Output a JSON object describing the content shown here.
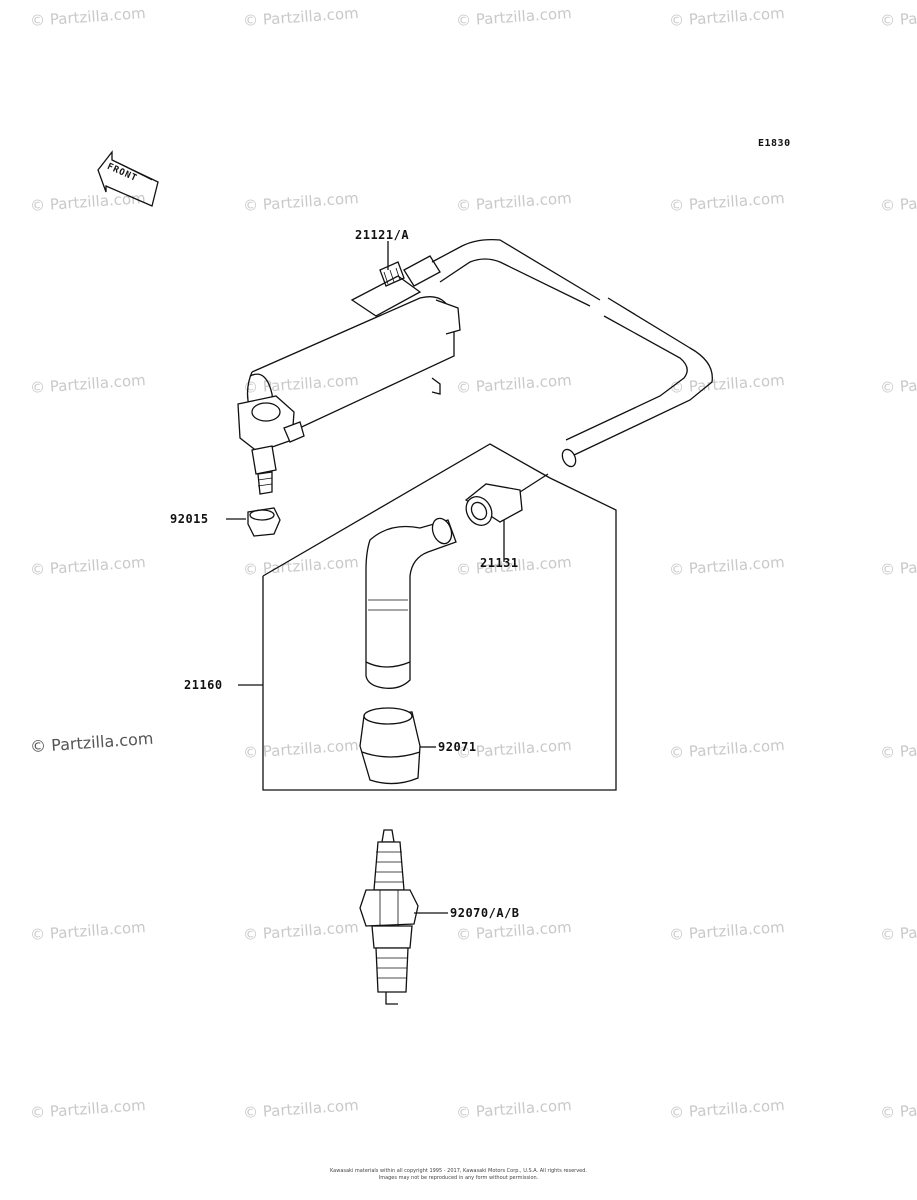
{
  "diagram_code": "E1830",
  "front_label": "FRONT",
  "watermark": "© Partzilla.com",
  "watermark_main": "© Partzilla.com",
  "parts": [
    {
      "id": "coil",
      "number": "21121/A"
    },
    {
      "id": "clamp",
      "number": "92015"
    },
    {
      "id": "cap-seal",
      "number": "21131"
    },
    {
      "id": "plug-cap-assy",
      "number": "21160"
    },
    {
      "id": "cap-cover",
      "number": "92071"
    },
    {
      "id": "spark-plug",
      "number": "92070/A/B"
    }
  ],
  "copyright": {
    "line1": "Kawasaki materials within all copyright 1995 - 2017, Kawasaki Motors Corp., U.S.A. All rights reserved.",
    "line2": "Images may not be reproduced in any form without permission."
  }
}
